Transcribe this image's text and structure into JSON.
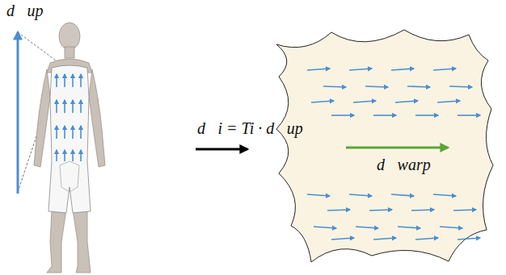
{
  "diagram": {
    "nodes": [
      {
        "text": [
          "d⃗warp"
        ]
      }
    ],
    "labels": [
      "d⃗up",
      "d⃗i = Ti · d⃗up"
    ]
  }
}
